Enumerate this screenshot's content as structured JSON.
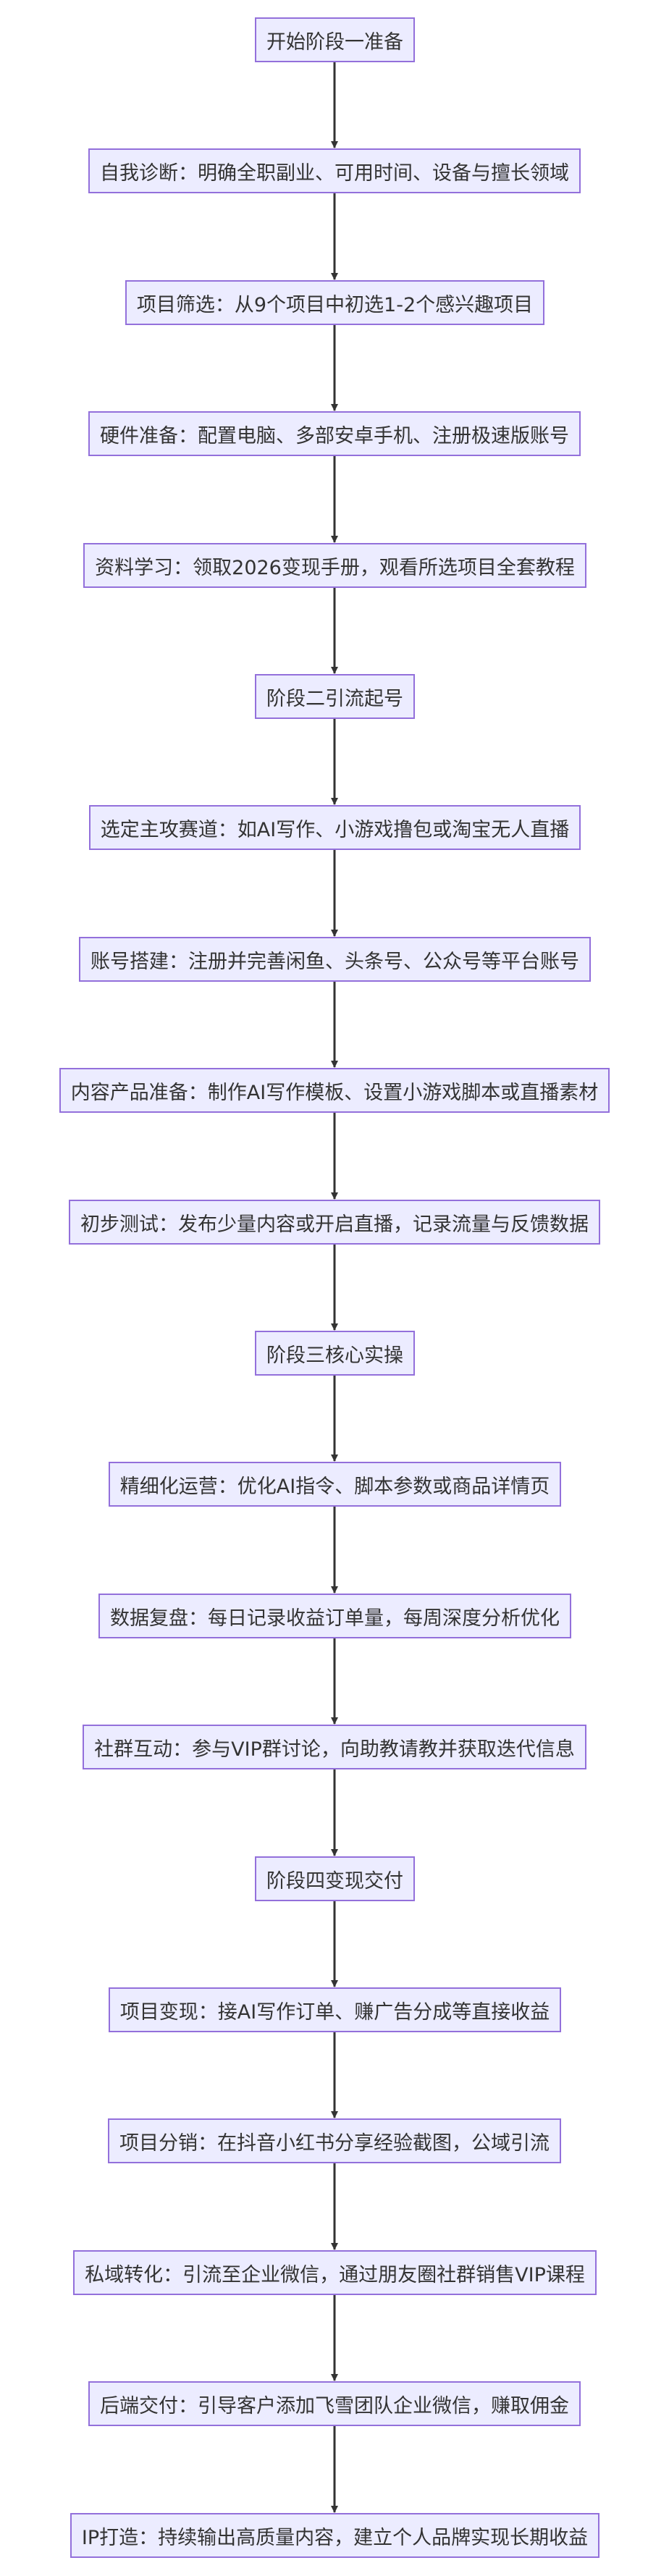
{
  "flowchart": {
    "nodes": [
      {
        "id": "stage1",
        "label": "开始阶段一准备"
      },
      {
        "id": "self-diagnosis",
        "label": "自我诊断：明确全职副业、可用时间、设备与擅长领域"
      },
      {
        "id": "project-screening",
        "label": "项目筛选：从9个项目中初选1-2个感兴趣项目"
      },
      {
        "id": "hardware-prep",
        "label": "硬件准备：配置电脑、多部安卓手机、注册极速版账号"
      },
      {
        "id": "material-learning",
        "label": "资料学习：领取2026变现手册，观看所选项目全套教程"
      },
      {
        "id": "stage2",
        "label": "阶段二引流起号"
      },
      {
        "id": "select-track",
        "label": "选定主攻赛道：如AI写作、小游戏撸包或淘宝无人直播"
      },
      {
        "id": "account-setup",
        "label": "账号搭建：注册并完善闲鱼、头条号、公众号等平台账号"
      },
      {
        "id": "content-prep",
        "label": "内容产品准备：制作AI写作模板、设置小游戏脚本或直播素材"
      },
      {
        "id": "initial-test",
        "label": "初步测试：发布少量内容或开启直播，记录流量与反馈数据"
      },
      {
        "id": "stage3",
        "label": "阶段三核心实操"
      },
      {
        "id": "fine-operation",
        "label": "精细化运营：优化AI指令、脚本参数或商品详情页"
      },
      {
        "id": "data-review",
        "label": "数据复盘：每日记录收益订单量，每周深度分析优化"
      },
      {
        "id": "community",
        "label": "社群互动：参与VIP群讨论，向助教请教并获取迭代信息"
      },
      {
        "id": "stage4",
        "label": "阶段四变现交付"
      },
      {
        "id": "monetization",
        "label": "项目变现：接AI写作订单、赚广告分成等直接收益"
      },
      {
        "id": "distribution",
        "label": "项目分销：在抖音小红书分享经验截图，公域引流"
      },
      {
        "id": "private-domain",
        "label": "私域转化：引流至企业微信，通过朋友圈社群销售VIP课程"
      },
      {
        "id": "backend-delivery",
        "label": "后端交付：引导客户添加飞雪团队企业微信，赚取佣金"
      },
      {
        "id": "ip-building",
        "label": "IP打造：持续输出高质量内容，建立个人品牌实现长期收益"
      }
    ]
  },
  "colors": {
    "node_fill": "#ECECFF",
    "node_border": "#9370DB",
    "text": "#333333",
    "edge": "#333333"
  }
}
